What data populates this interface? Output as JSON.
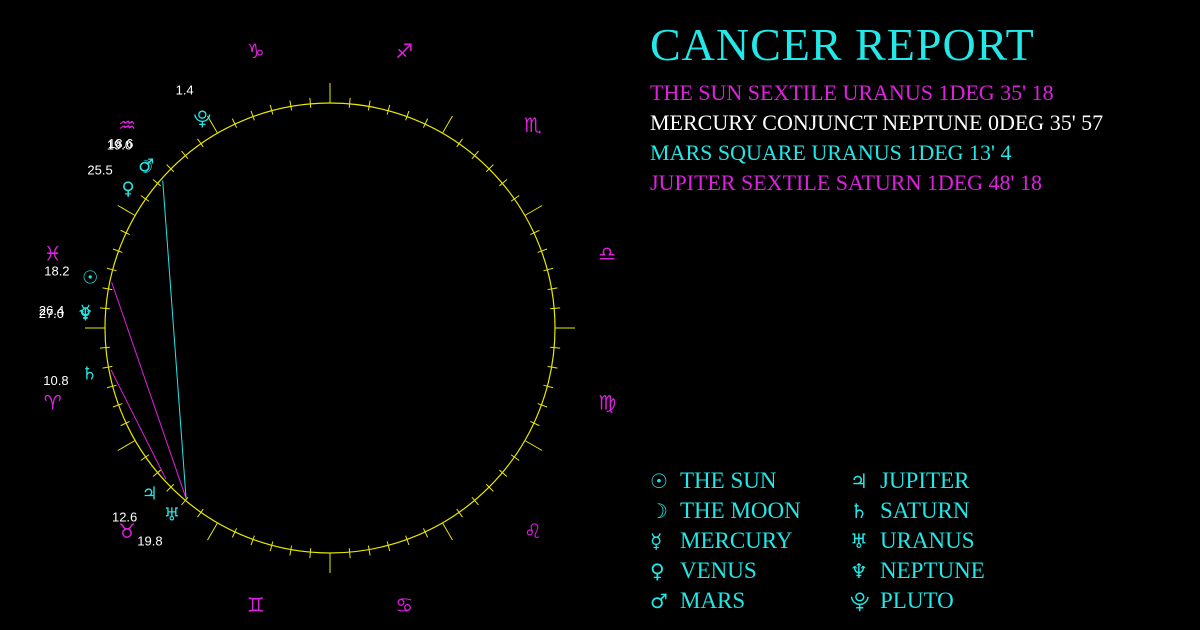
{
  "title": "CANCER REPORT",
  "colors": {
    "ring": "#e8e800",
    "planet": "#22e8e8",
    "sign": "#e020e0",
    "label": "#ffffff",
    "trine_like": "#22e8e8",
    "sextile_like": "#e020e0"
  },
  "aspects": [
    {
      "text": "THE SUN SEXTILE URANUS 1DEG 35' 18",
      "color": "#e020e0"
    },
    {
      "text": "MERCURY CONJUNCT NEPTUNE 0DEG 35' 57",
      "color": "#ffffff"
    },
    {
      "text": "MARS SQUARE URANUS 1DEG 13' 4",
      "color": "#22e8e8"
    },
    {
      "text": "JUPITER SEXTILE SATURN 1DEG 48' 18",
      "color": "#e020e0"
    }
  ],
  "legend": {
    "left": [
      {
        "glyph": "☉",
        "icon": "sun-icon",
        "label": "THE SUN"
      },
      {
        "glyph": "☽",
        "icon": "moon-icon",
        "label": "THE MOON"
      },
      {
        "glyph": "☿",
        "icon": "mercury-icon",
        "label": "MERCURY"
      },
      {
        "glyph": "♀",
        "icon": "venus-icon",
        "label": "VENUS"
      },
      {
        "glyph": "♂",
        "icon": "mars-icon",
        "label": "MARS"
      }
    ],
    "right": [
      {
        "glyph": "♃",
        "icon": "jupiter-icon",
        "label": "JUPITER"
      },
      {
        "glyph": "♄",
        "icon": "saturn-icon",
        "label": "SATURN"
      },
      {
        "glyph": "♅",
        "icon": "uranus-icon",
        "label": "URANUS"
      },
      {
        "glyph": "♆",
        "icon": "neptune-icon",
        "label": "NEPTUNE"
      },
      {
        "glyph": "⯓",
        "icon": "pluto-icon",
        "label": "PLUTO"
      }
    ]
  },
  "signs": [
    {
      "name": "aries",
      "glyph": "♈",
      "longitude": 15
    },
    {
      "name": "taurus",
      "glyph": "♉",
      "longitude": 45
    },
    {
      "name": "gemini",
      "glyph": "♊",
      "longitude": 75
    },
    {
      "name": "cancer",
      "glyph": "♋",
      "longitude": 105
    },
    {
      "name": "leo",
      "glyph": "♌",
      "longitude": 135
    },
    {
      "name": "virgo",
      "glyph": "♍",
      "longitude": 165
    },
    {
      "name": "libra",
      "glyph": "♎",
      "longitude": 195
    },
    {
      "name": "scorpio",
      "glyph": "♏",
      "longitude": 225
    },
    {
      "name": "sagittarius",
      "glyph": "♐",
      "longitude": 255
    },
    {
      "name": "capricorn",
      "glyph": "♑",
      "longitude": 285
    },
    {
      "name": "aquarius",
      "glyph": "♒",
      "longitude": 315
    },
    {
      "name": "pisces",
      "glyph": "♓",
      "longitude": 345
    }
  ],
  "planets": [
    {
      "name": "pluto",
      "glyph": "⯓",
      "degree": "1.4",
      "longitude": 301.4
    },
    {
      "name": "moon",
      "glyph": "☽",
      "degree": "19.0",
      "longitude": 319.0
    },
    {
      "name": "venus",
      "glyph": "♀",
      "degree": "25.5",
      "longitude": 325.5
    },
    {
      "name": "mars",
      "glyph": "♂",
      "degree": "18.6",
      "longitude": 318.6
    },
    {
      "name": "sun",
      "glyph": "☉",
      "degree": "18.2",
      "longitude": 348.2
    },
    {
      "name": "mercury",
      "glyph": "☿",
      "degree": "26.4",
      "longitude": 356.4
    },
    {
      "name": "saturn",
      "glyph": "♄",
      "degree": "10.8",
      "longitude": 10.8
    },
    {
      "name": "neptune",
      "glyph": "♆",
      "degree": "27.0",
      "longitude": 357.0
    },
    {
      "name": "jupiter",
      "glyph": "♃",
      "degree": "12.6",
      "longitude": 42.6
    },
    {
      "name": "uranus",
      "glyph": "♅",
      "degree": "19.8",
      "longitude": 49.8
    }
  ],
  "aspect_lines": [
    {
      "from": "sun",
      "to": "uranus",
      "type": "sextile"
    },
    {
      "from": "mars",
      "to": "uranus",
      "type": "square"
    },
    {
      "from": "jupiter",
      "to": "saturn",
      "type": "sextile"
    }
  ]
}
